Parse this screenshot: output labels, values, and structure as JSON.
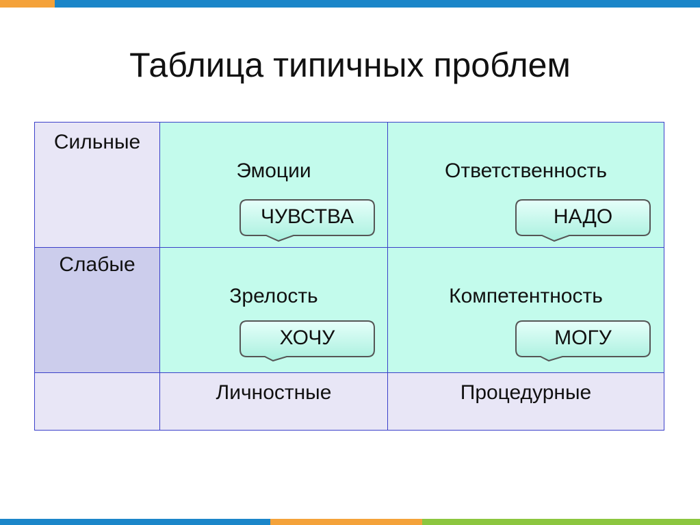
{
  "title": "Таблица типичных проблем",
  "colors": {
    "accent_blue": "#1b86c9",
    "accent_orange": "#f4a23a",
    "accent_green": "#8cc63f",
    "cell_mint": "#c3fbec",
    "cell_lavender": "#e8e6f6",
    "cell_violet": "#cccdec",
    "grid_border": "#3a3fc9"
  },
  "table": {
    "rows": {
      "strong": "Сильные",
      "weak": "Слабые"
    },
    "columns": {
      "personal": "Личностные",
      "procedural": "Процедурные"
    },
    "cells": {
      "strong_personal": {
        "label": "Эмоции",
        "callout": "ЧУВСТВА"
      },
      "strong_procedural": {
        "label": "Ответственность",
        "callout": "НАДО"
      },
      "weak_personal": {
        "label": "Зрелость",
        "callout": "ХОЧУ"
      },
      "weak_procedural": {
        "label": "Компетентность",
        "callout": "МОГУ"
      }
    }
  }
}
